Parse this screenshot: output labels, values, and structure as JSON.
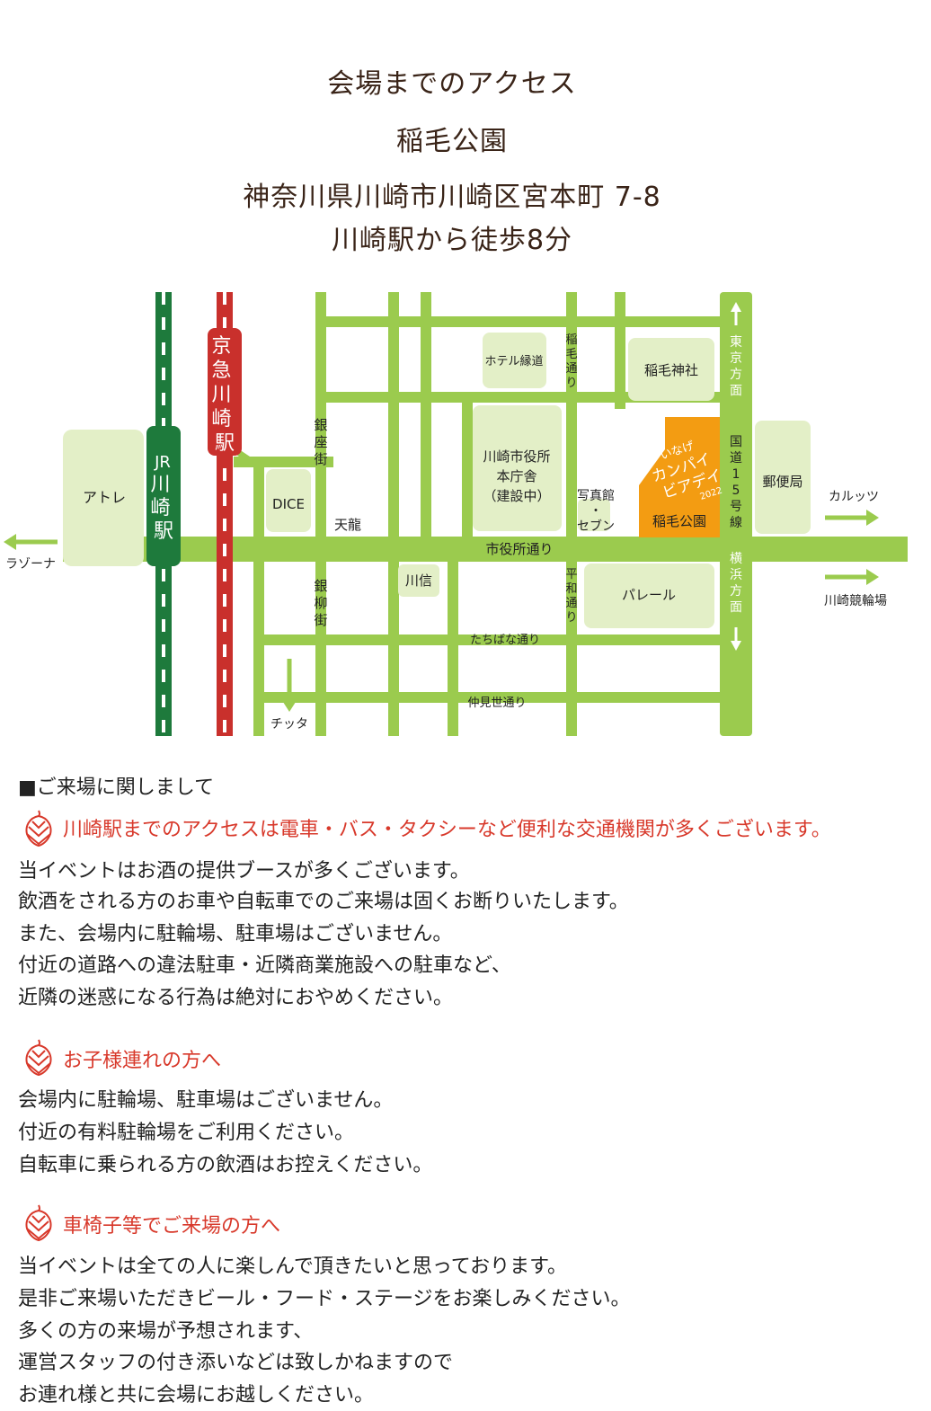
{
  "header": {
    "title": "会場までのアクセス",
    "venue": "稲毛公園",
    "address": "神奈川県川崎市川崎区宮本町 7-8",
    "walk": "川崎駅から徒歩8分"
  },
  "map": {
    "stations": {
      "jr": "JR川崎駅",
      "keikyu": "京急川崎駅"
    },
    "streets": {
      "ginza": "銀座街",
      "ginryu": "銀柳街",
      "inage": "稲毛通り",
      "heiwa": "平和通り",
      "shiyakusho": "市役所通り",
      "tachibana": "たちばな通り",
      "nakamise": "仲見世通り",
      "kokudo": "国道15号線",
      "tokyo_dir": "東京方面",
      "yokohama_dir": "横浜方面"
    },
    "places": {
      "atre": "アトレ",
      "dice": "DICE",
      "tenryu": "天龍",
      "hotel": "ホテル縁道",
      "cityhall": "川崎市役所",
      "cityhall2": "本庁舎",
      "cityhall3": "（建設中）",
      "shashinkan": "写真館",
      "dot": "・",
      "seven": "セブン",
      "inage_shrine": "稲毛神社",
      "park": "稲毛公園",
      "post": "郵便局",
      "kawashin": "川信",
      "parele": "パレール"
    },
    "arrows": {
      "lazona": "ラゾーナ",
      "cita": "チッタ",
      "karuttsu": "カルッツ",
      "keirin": "川崎競輪場"
    },
    "logo": {
      "line1": "いなげ",
      "line2": "カンパイ",
      "line3": "ビアデイ",
      "year": "2022"
    }
  },
  "notice": {
    "heading": "■ご来場に関しまして",
    "highlight": "川崎駅までのアクセスは電車・バス・タクシーなど便利な交通機関が多くございます。",
    "lines": [
      "当イベントはお酒の提供ブースが多くございます。",
      "飲酒をされる方のお車や自転車でのご来場は固くお断りいたします。",
      "また、会場内に駐輪場、駐車場はございません。",
      "付近の道路への違法駐車・近隣商業施設への駐車など、",
      "近隣の迷惑になる行為は絶対におやめください。"
    ]
  },
  "children": {
    "title": "お子様連れの方へ",
    "lines": [
      "会場内に駐輪場、駐車場はございません。",
      "付近の有料駐輪場をご利用ください。",
      "自転車に乗られる方の飲酒はお控えください。"
    ]
  },
  "wheelchair": {
    "title": "車椅子等でご来場の方へ",
    "lines": [
      "当イベントは全ての人に楽しんで頂きたいと思っております。",
      "是非ご来場いただきビール・フード・ステージをお楽しみください。",
      "多くの方の来場が予想されます、",
      "運営スタッフの付き添いなどは致しかねますので",
      "お連れ様と共に会場にお越しください。"
    ]
  },
  "colors": {
    "road": "#9bcb4e",
    "block": "#e3efc7",
    "jr": "#1e7a3c",
    "keikyu": "#c9302c",
    "venue": "#f39c12",
    "accent": "#d8392b",
    "header": "#3a2418"
  }
}
